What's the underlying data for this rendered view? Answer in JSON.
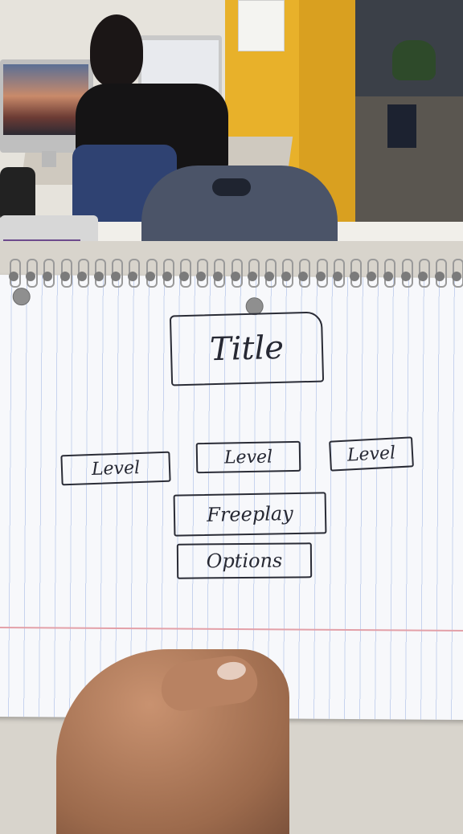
{
  "sketch": {
    "title": "Title",
    "levels": [
      "Level",
      "Level",
      "Level"
    ],
    "freeplay": "Freeplay",
    "options": "Options"
  },
  "colors": {
    "ink": "#262833",
    "paper": "#f7f8fb",
    "rule_line": "#c7d3ee",
    "margin_line": "#e3a0a8",
    "door": "#e8b12a"
  }
}
